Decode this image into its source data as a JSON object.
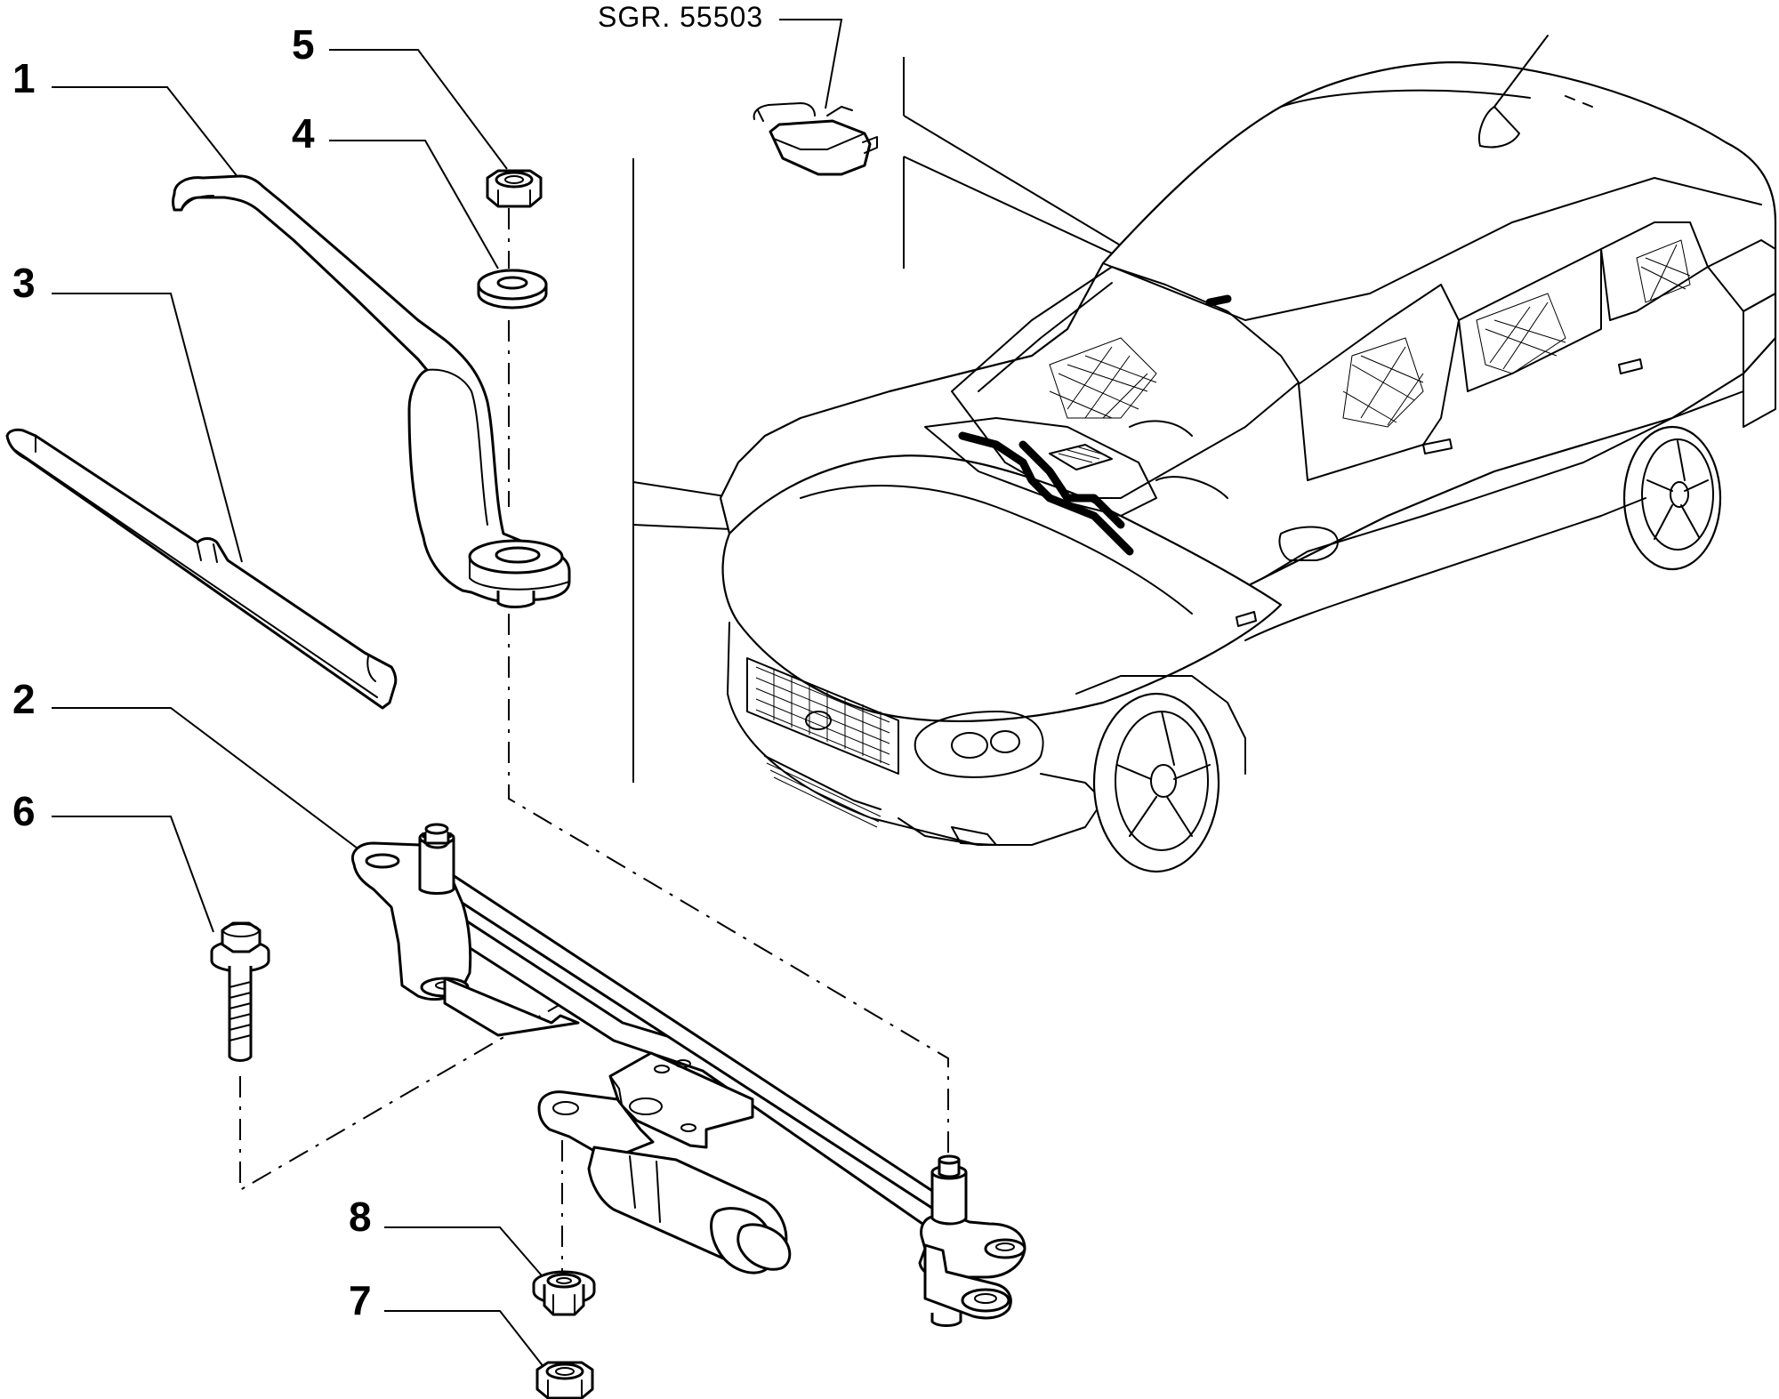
{
  "diagram": {
    "reference_label": "SGR. 55503",
    "callouts": [
      {
        "id": "1",
        "label": "1"
      },
      {
        "id": "2",
        "label": "2"
      },
      {
        "id": "3",
        "label": "3"
      },
      {
        "id": "4",
        "label": "4"
      },
      {
        "id": "5",
        "label": "5"
      },
      {
        "id": "6",
        "label": "6"
      },
      {
        "id": "7",
        "label": "7"
      },
      {
        "id": "8",
        "label": "8"
      }
    ]
  }
}
